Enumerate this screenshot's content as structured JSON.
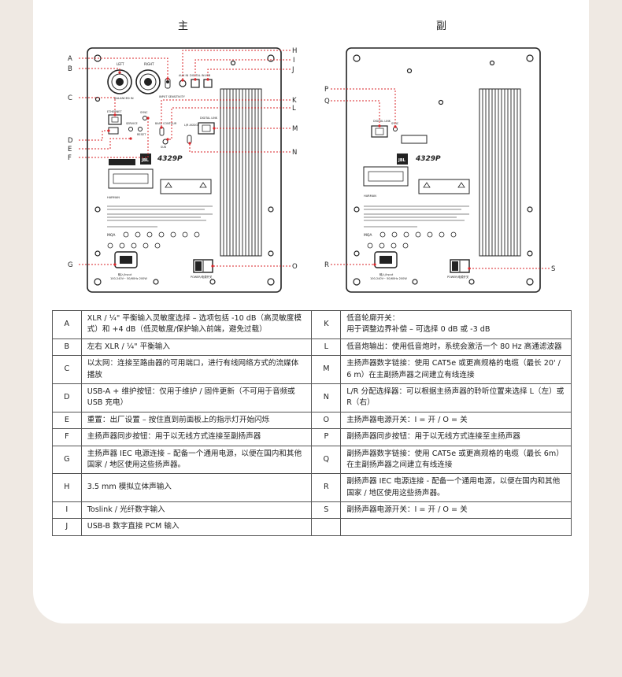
{
  "titles": {
    "main": "主",
    "sub": "副"
  },
  "labels": {
    "A": "A",
    "B": "B",
    "C": "C",
    "D": "D",
    "E": "E",
    "F": "F",
    "G": "G",
    "H": "H",
    "I": "I",
    "J": "J",
    "K": "K",
    "L": "L",
    "M": "M",
    "N": "N",
    "O": "O",
    "P": "P",
    "Q": "Q",
    "R": "R",
    "S": "S"
  },
  "panel_text": {
    "left": "LEFT",
    "right": "RIGHT",
    "balanced_in": "BALANCED IN",
    "aux_in": "AUX IN",
    "digital_in": "DIGITAL IN",
    "usb": "USB",
    "input_sensitivity": "INPUT SENSITIVITY",
    "ethernet": "ETHERNET",
    "service": "SERVICE",
    "sync": "SYNC",
    "reset": "RESET",
    "bass_contour": "BASS CONTOUR",
    "sub": "SUB",
    "lr_assign": "L/R ASSIGN",
    "digital_link": "DIGITAL LINK",
    "model": "4329P",
    "brand": "JBL",
    "harman": "HARMAN",
    "power": "POWER/电源开关",
    "mqa": "MQA",
    "voltage": "100-240V~ 50/60Hz 200W",
    "input_label": "输入/Input"
  },
  "rows": [
    {
      "k1": "A",
      "d1": "XLR / ¼\" 平衡输入灵敏度选择 – 选项包括 -10 dB（高灵敏度模式）和 +4 dB（低灵敏度/保护输入前端，避免过载）",
      "k2": "K",
      "d2": "低音轮廓开关：\n用于调整边界补偿 – 可选择 0 dB 或 -3 dB"
    },
    {
      "k1": "B",
      "d1": "左右 XLR / ¼\" 平衡输入",
      "k2": "L",
      "d2": "低音炮输出：使用低音炮时，系统会激活一个 80 Hz 高通滤波器"
    },
    {
      "k1": "C",
      "d1": "以太网：连接至路由器的可用端口，进行有线网络方式的流媒体播放",
      "k2": "M",
      "d2": "主扬声器数字链接：使用 CAT5e 或更高规格的电缆（最长 20' / 6 m）在主副扬声器之间建立有线连接"
    },
    {
      "k1": "D",
      "d1": "USB-A + 维护按钮：仅用于维护 / 固件更新（不可用于音频或 USB 充电）",
      "k2": "N",
      "d2": "L/R 分配选择器：可以根据主扬声器的聆听位置来选择 L（左）或 R（右）"
    },
    {
      "k1": "E",
      "d1": "重置：出厂设置 – 按住直到前面板上的指示灯开始闪烁",
      "k2": "O",
      "d2": "主扬声器电源开关：I = 开 / O = 关"
    },
    {
      "k1": "F",
      "d1": "主扬声器同步按钮：用于以无线方式连接至副扬声器",
      "k2": "P",
      "d2": "副扬声器同步按钮：用于以无线方式连接至主扬声器"
    },
    {
      "k1": "G",
      "d1": "主扬声器 IEC 电源连接 – 配备一个通用电源，以便在国内和其他国家 / 地区使用这些扬声器。",
      "k2": "Q",
      "d2": "副扬声器数字链接：使用 CAT5e 或更高规格的电缆（最长 6m）在主副扬声器之间建立有线连接"
    },
    {
      "k1": "H",
      "d1": "3.5 mm 模拟立体声输入",
      "k2": "R",
      "d2": "副扬声器 IEC 电源连接 - 配备一个通用电源，以便在国内和其他国家 / 地区使用这些扬声器。"
    },
    {
      "k1": "I",
      "d1": "Toslink / 光纤数字输入",
      "k2": "S",
      "d2": "副扬声器电源开关：I = 开 / O = 关"
    },
    {
      "k1": "J",
      "d1": "USB-B 数字直接 PCM 输入",
      "k2": "",
      "d2": ""
    }
  ]
}
